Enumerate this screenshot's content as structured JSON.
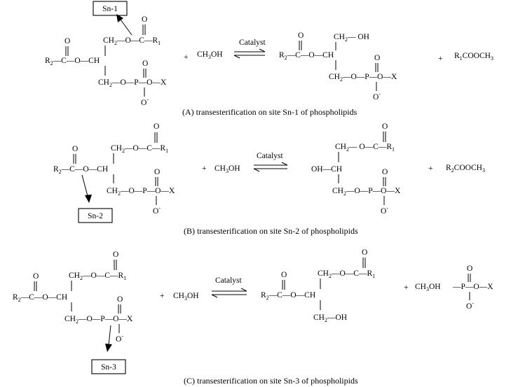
{
  "labels": {
    "sn1": "Sn-1",
    "sn2": "Sn-2",
    "sn3": "Sn-3",
    "catalyst": "Catalyst",
    "plus": "+",
    "methanol": "CH3OH"
  },
  "captions": {
    "a": "(A) transesterification on site Sn-1 of phospholipids",
    "b": "(B) transesterification on site Sn-2 of phospholipids",
    "c": "(C) transesterification on site Sn-3 of phospholipids"
  },
  "products": {
    "a_side": "R1COOCH3",
    "b_side": "R2COOCH3",
    "c_side": "CH3OH"
  }
}
